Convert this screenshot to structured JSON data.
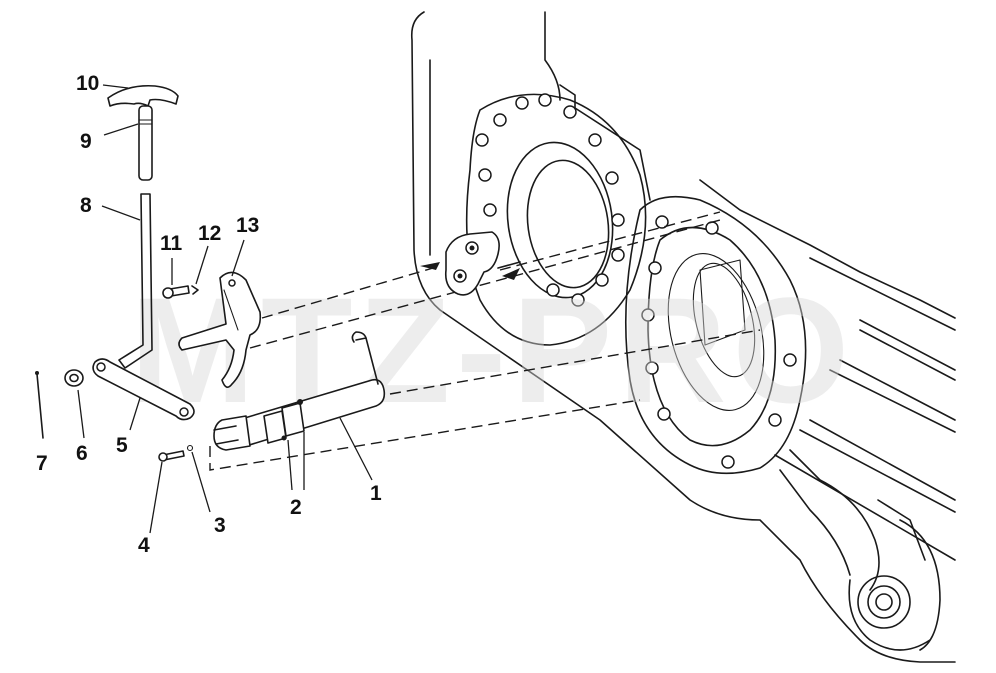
{
  "watermark": "MTZ-PRO",
  "callouts": {
    "c1": "1",
    "c2": "2",
    "c3": "3",
    "c4": "4",
    "c5": "5",
    "c6": "6",
    "c7": "7",
    "c8": "8",
    "c9": "9",
    "c10": "10",
    "c11": "11",
    "c12": "12",
    "c13": "13"
  }
}
